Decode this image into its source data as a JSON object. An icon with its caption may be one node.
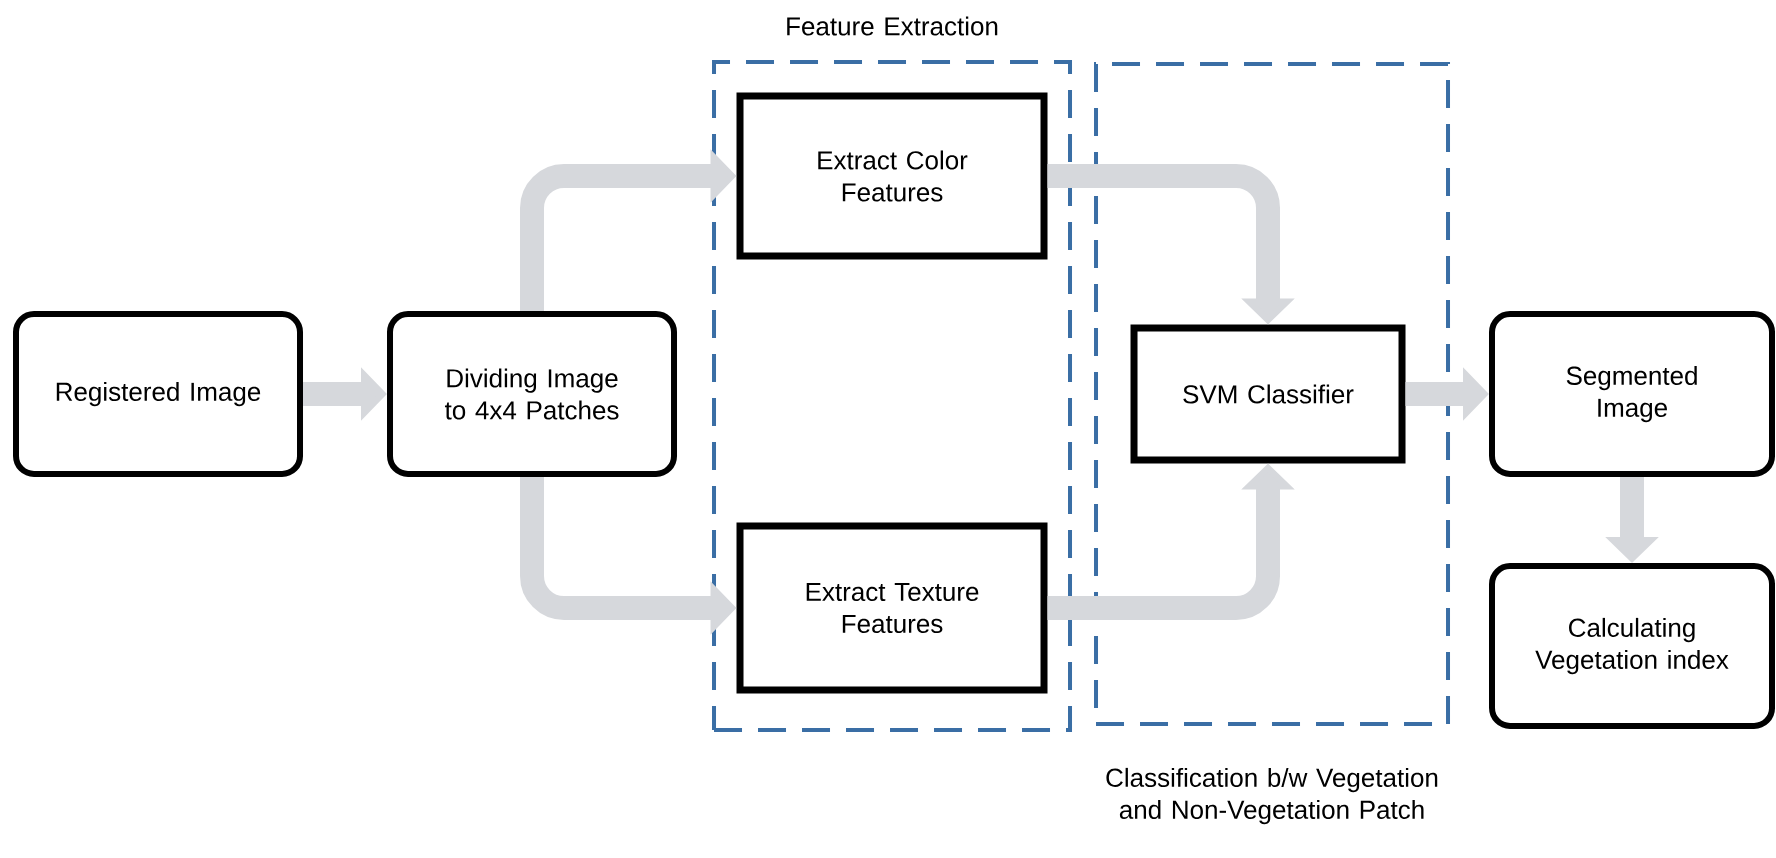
{
  "diagram": {
    "nodes": [
      {
        "text": [
          "Registered Image"
        ]
      },
      {
        "text": [
          "Dividing Image to 4x4 Patches"
        ]
      },
      {
        "text": [
          "Feature Extraction"
        ]
      },
      {
        "text": [
          "Extract Color Features"
        ],
        "in": 2
      },
      {
        "text": [
          "Extract Texture Features"
        ],
        "in": 2
      },
      {
        "text": [
          "Classification b/w Vegetation and Non-Vegetation Patch"
        ]
      },
      {
        "text": [
          "SVM Classifier"
        ],
        "in": 5
      },
      {
        "text": [
          "Segmented Image"
        ]
      },
      {
        "text": [
          "Calculating Vegetation index"
        ]
      }
    ],
    "edges": [
      {
        "from": 0,
        "to": 1,
        "arrow": "to"
      },
      {
        "from": 1,
        "to": 3,
        "arrow": "to"
      },
      {
        "from": 1,
        "to": 4,
        "arrow": "to"
      },
      {
        "from": 3,
        "to": 6,
        "arrow": "to"
      },
      {
        "from": 4,
        "to": 6,
        "arrow": "to"
      },
      {
        "from": 6,
        "to": 7,
        "arrow": "to"
      },
      {
        "from": 7,
        "to": 8,
        "arrow": "to"
      }
    ]
  }
}
